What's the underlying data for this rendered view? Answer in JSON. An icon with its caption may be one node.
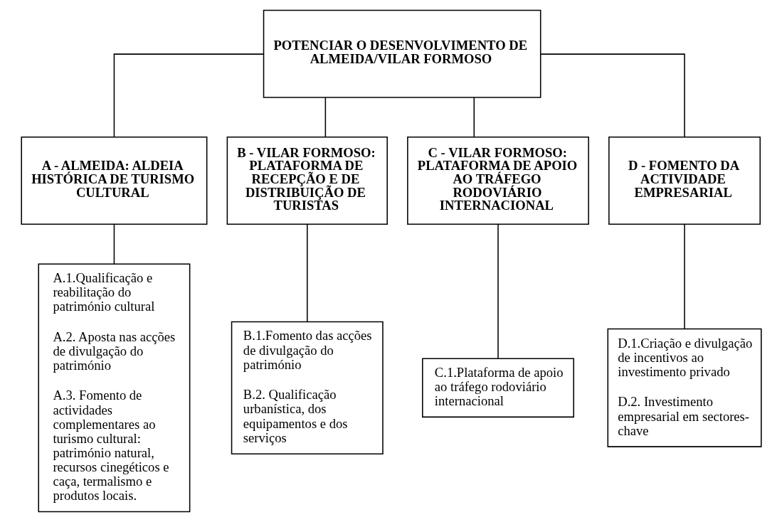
{
  "diagram": {
    "nodes": [
      {
        "text": [
          "POTENCIAR O DESENVOLVIMENTO DE ALMEIDA/VILAR FORMOSO"
        ]
      },
      {
        "text": [
          "A - ALMEIDA: ALDEIA HISTÓRICA DE TURISMO CULTURAL"
        ]
      },
      {
        "text": [
          "B - VILAR FORMOSO: PLATAFORMA DE RECEPÇÃO E DE DISTRIBUIÇÃO DE TURISTAS"
        ]
      },
      {
        "text": [
          "C - VILAR FORMOSO: PLATAFORMA DE APOIO AO TRÁFEGO RODOVIÁRIO INTERNACIONAL"
        ]
      },
      {
        "text": [
          "D - FOMENTO DA ACTIVIDADE EMPRESARIAL"
        ]
      },
      {
        "text": [
          "A.1.Qualificação e reabilitação do património cultural",
          "A.2. Aposta nas acções de divulgação do património",
          "A.3. Fomento de actividades complementares ao turismo cultural: património natural, recursos cinegéticos e caça, termalismo e produtos locais."
        ]
      },
      {
        "text": [
          "B.1.Fomento das acções de divulgação do património",
          "B.2. Qualificação urbanística, dos equipamentos e dos serviços"
        ]
      },
      {
        "text": [
          "C.1.Plataforma de apoio ao tráfego rodoviário internacional"
        ]
      },
      {
        "text": [
          "D.1.Criação e divulgação de incentivos ao investimento privado",
          "D.2. Investimento empresarial em sectores-chave"
        ]
      }
    ],
    "edges": [
      {
        "from": 0,
        "to": 1,
        "arrow": "none"
      },
      {
        "from": 0,
        "to": 2,
        "arrow": "none"
      },
      {
        "from": 0,
        "to": 3,
        "arrow": "none"
      },
      {
        "from": 0,
        "to": 4,
        "arrow": "none"
      },
      {
        "from": 1,
        "to": 5,
        "arrow": "none"
      },
      {
        "from": 2,
        "to": 6,
        "arrow": "none"
      },
      {
        "from": 3,
        "to": 7,
        "arrow": "none"
      },
      {
        "from": 4,
        "to": 8,
        "arrow": "none"
      }
    ]
  }
}
